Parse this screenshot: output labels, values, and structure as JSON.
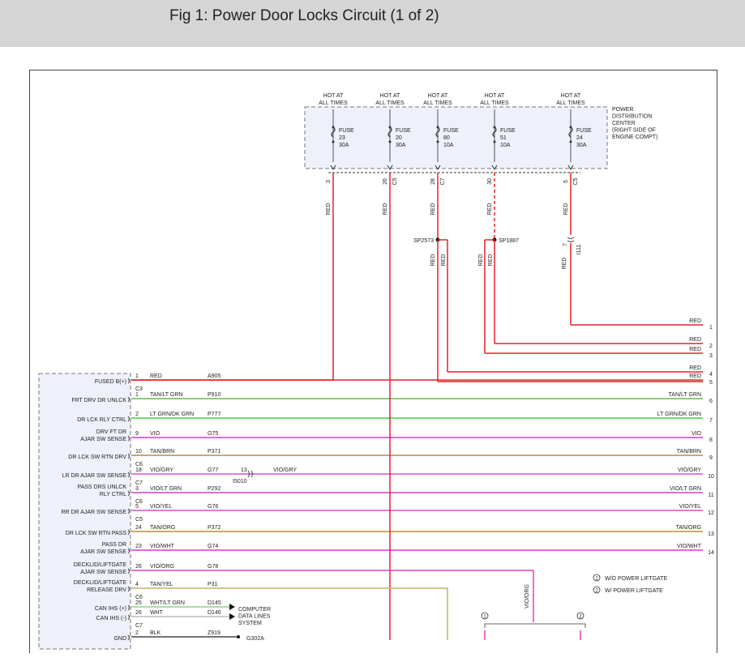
{
  "header": {
    "title": "Fig 1: Power Door Locks Circuit (1 of 2)"
  },
  "pdc": {
    "label": [
      "POWER",
      "DISTRIBUTION",
      "CENTER",
      "(RIGHT SIDE OF",
      "ENGINE COMPT)"
    ]
  },
  "fuses": [
    {
      "hot": [
        "HOT AT",
        "ALL TIMES"
      ],
      "name": "FUSE",
      "num": "23",
      "amps": "30A",
      "pin": "3",
      "conn": "",
      "color": "RED"
    },
    {
      "hot": [
        "HOT AT",
        "ALL TIMES"
      ],
      "name": "FUSE",
      "num": "20",
      "amps": "30A",
      "pin": "26",
      "conn": "C5",
      "color": "RED"
    },
    {
      "hot": [
        "HOT AT",
        "ALL TIMES"
      ],
      "name": "FUSE",
      "num": "80",
      "amps": "10A",
      "pin": "28",
      "conn": "C7",
      "color": "RED"
    },
    {
      "hot": [
        "HOT AT",
        "ALL TIMES"
      ],
      "name": "FUSE",
      "num": "51",
      "amps": "10A",
      "pin": "30",
      "conn": "",
      "color": "RED"
    },
    {
      "hot": [
        "HOT AT",
        "ALL TIMES"
      ],
      "name": "FUSE",
      "num": "24",
      "amps": "30A",
      "pin": "5",
      "conn": "C5",
      "color": "RED"
    }
  ],
  "splices": {
    "sp2573": "SP2573",
    "sp1887": "SP1887",
    "i111_pin": "7",
    "i111": "I111",
    "i5010_pin": "13",
    "i5010": "I5010",
    "i5010_color": "VIO/GRY"
  },
  "module_labels": [
    {
      "label": [
        "FUSED B(+)"
      ],
      "conn": "C3"
    },
    {
      "label": [
        "FRT DRV DR UNLCK"
      ],
      "conn": ""
    },
    {
      "label": [
        "DR LCK RLY CTRL"
      ],
      "conn": ""
    },
    {
      "label": [
        "DRV FT DR",
        "AJAR SW SENSE"
      ],
      "conn": ""
    },
    {
      "label": [
        "DR LCK SW RTN DRV"
      ],
      "conn": "C6"
    },
    {
      "label": [
        "LR DR AJAR SW SENSE"
      ],
      "conn": "C7"
    },
    {
      "label": [
        "PASS DRS UNLCK",
        "RLY CTRL"
      ],
      "conn": "C6"
    },
    {
      "label": [
        "RR DR AJAR SW SENSE"
      ],
      "conn": "C5"
    },
    {
      "label": [
        "DR LCK SW RTN PASS"
      ],
      "conn": ""
    },
    {
      "label": [
        "PASS DR",
        "AJAR SW SENSE"
      ],
      "conn": ""
    },
    {
      "label": [
        "DECKLID/LIFTGATE",
        "AJAR SW SENSE"
      ],
      "conn": ""
    },
    {
      "label": [
        "DECKLID/LIFTGATE",
        "RELEASE DRV"
      ],
      "conn": "C6"
    },
    {
      "label": [
        "CAN IHS (+)"
      ],
      "conn": ""
    },
    {
      "label": [
        "CAN IHS (-)"
      ],
      "conn": "C7"
    },
    {
      "label": [
        "GND"
      ],
      "conn": ""
    }
  ],
  "wires": [
    {
      "pin": "1",
      "color": "RED",
      "circuit": "A905",
      "right_color": "RED",
      "out": "5",
      "hex": "#e8202a"
    },
    {
      "pin": "1",
      "color": "TAN/LT GRN",
      "circuit": "P910",
      "right_color": "TAN/LT GRN",
      "out": "6",
      "hex": "#5cc043"
    },
    {
      "pin": "2",
      "color": "LT GRN/DK GRN",
      "circuit": "P777",
      "right_color": "LT GRN/DK GRN",
      "out": "7",
      "hex": "#3fd13a"
    },
    {
      "pin": "9",
      "color": "VIO",
      "circuit": "G75",
      "right_color": "VIO",
      "out": "8",
      "hex": "#e030d8"
    },
    {
      "pin": "10",
      "color": "TAN/BRN",
      "circuit": "P371",
      "right_color": "TAN/BRN",
      "out": "9",
      "hex": "#b58a4a"
    },
    {
      "pin": "18",
      "color": "VIO/GRY",
      "circuit": "G77",
      "right_color": "VIO/GRY",
      "out": "10",
      "hex": "#d84fc8"
    },
    {
      "pin": "3",
      "color": "VIO/LT GRN",
      "circuit": "P292",
      "right_color": "VIO/LT GRN",
      "out": "11",
      "hex": "#d23ec7"
    },
    {
      "pin": "5",
      "color": "VIO/YEL",
      "circuit": "G76",
      "right_color": "VIO/YEL",
      "out": "12",
      "hex": "#d84fc8"
    },
    {
      "pin": "24",
      "color": "TAN/ORG",
      "circuit": "P372",
      "right_color": "TAN/ORG",
      "out": "13",
      "hex": "#b8922e"
    },
    {
      "pin": "23",
      "color": "VIO/WHT",
      "circuit": "G74",
      "right_color": "VIO/WHT",
      "out": "14",
      "hex": "#e035d8"
    },
    {
      "pin": "26",
      "color": "VIO/ORG",
      "circuit": "G78",
      "right_color": "",
      "out": "",
      "hex": "#e040c0"
    },
    {
      "pin": "4",
      "color": "TAN/YEL",
      "circuit": "P31",
      "right_color": "",
      "out": "",
      "hex": "#c2b068"
    },
    {
      "pin": "25",
      "color": "WHT/LT GRN",
      "circuit": "D145",
      "right_color": "",
      "out": "",
      "hex": "#8fcf8f"
    },
    {
      "pin": "26",
      "color": "WHT",
      "circuit": "D146",
      "right_color": "",
      "out": "",
      "hex": "#bbbbbb"
    },
    {
      "pin": "2",
      "color": "BLK",
      "circuit": "Z919",
      "right_color": "",
      "out": "",
      "hex": "#222222"
    }
  ],
  "top_right_wires": [
    {
      "color": "RED",
      "out": "1"
    },
    {
      "color": "RED",
      "out": "2"
    },
    {
      "color": "RED",
      "out": "3"
    },
    {
      "color": "RED",
      "out": "4"
    }
  ],
  "computer": [
    "COMPUTER",
    "DATA LINES",
    "SYSTEM"
  ],
  "gnd_ref": "G302A",
  "vio_org_label": "VIO/ORG",
  "legend": [
    {
      "num": "1",
      "text": "W/O POWER LIFTGATE"
    },
    {
      "num": "2",
      "text": "W/ POWER LIFTGATE"
    }
  ],
  "colors": {
    "red": "#e8202a",
    "header_bg": "#d5d5d5",
    "pdc_bg": "#eef0fa"
  }
}
